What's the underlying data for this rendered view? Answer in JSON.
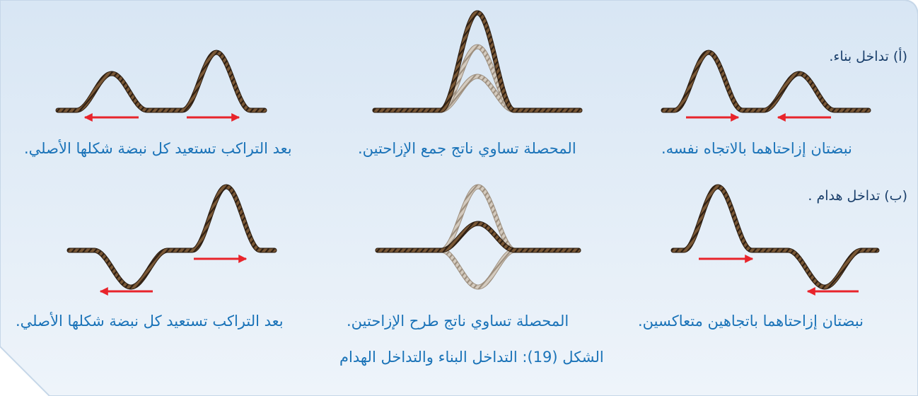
{
  "sections": [
    {
      "heading": "(أ) تداخل بناء.",
      "captions": [
        "نبضتان إزاحتاهما بالاتجاه نفسه.",
        "المحصلة تساوي ناتج جمع الإزاحتين.",
        "بعد التراكب تستعيد كل نبضة شكلها الأصلي."
      ]
    },
    {
      "heading": "(ب) تداخل هدام .",
      "captions": [
        "نبضتان إزاحتاهما باتجاهين متعاكسين.",
        "المحصلة تساوي ناتج طرح الإزاحتين.",
        "بعد التراكب تستعيد كل نبضة شكلها الأصلي."
      ]
    }
  ],
  "figure_caption": "الشكل (19): التداخل البناء والتداخل الهدام",
  "colors": {
    "panel_bg": "#e4eef8",
    "panel_border": "#c6d7e8",
    "rope": "#6b4a2c",
    "rope_light": "#c2b7a8",
    "arrow": "#e8242b",
    "text": "#1a73b8"
  }
}
